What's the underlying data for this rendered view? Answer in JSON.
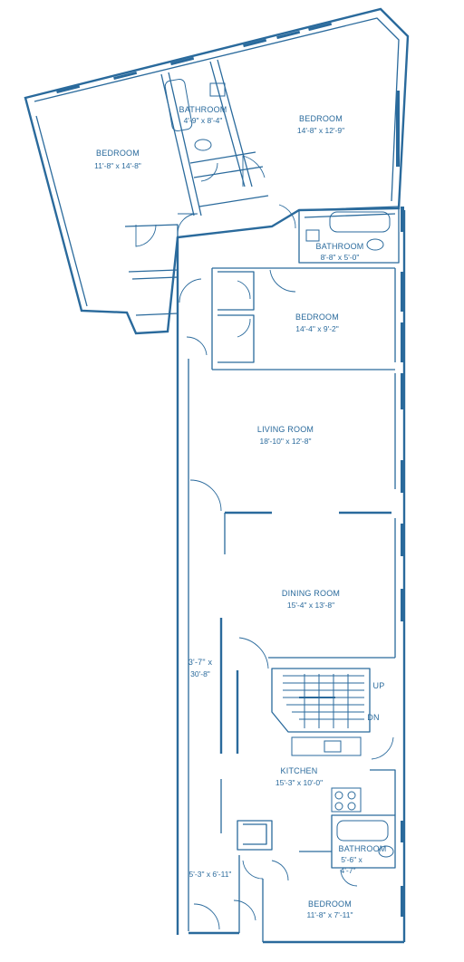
{
  "plan": {
    "color": "#2a6a9c",
    "rooms": [
      {
        "id": "bedroom-1",
        "name": "BEDROOM",
        "dims": "11'-8\" x 14'-8\""
      },
      {
        "id": "bathroom-1",
        "name": "BATHROOM",
        "dims": "4'-9\" x 8'-4\""
      },
      {
        "id": "bedroom-2",
        "name": "BEDROOM",
        "dims": "14'-8\" x 12'-9\""
      },
      {
        "id": "bathroom-2",
        "name": "BATHROOM",
        "dims": "8'-8\" x 5'-0\""
      },
      {
        "id": "bedroom-3",
        "name": "BEDROOM",
        "dims": "14'-4\" x 9'-2\""
      },
      {
        "id": "living-room",
        "name": "LIVING ROOM",
        "dims": "18'-10\" x 12'-8\""
      },
      {
        "id": "dining-room",
        "name": "DINING ROOM",
        "dims": "15'-4\" x 13'-8\""
      },
      {
        "id": "kitchen",
        "name": "KITCHEN",
        "dims": "15'-3\" x 10'-0\""
      },
      {
        "id": "bathroom-3",
        "name": "BATHROOM",
        "dims_line1": "5'-6\" x",
        "dims_line2": "4'-7\""
      },
      {
        "id": "bedroom-4",
        "name": "BEDROOM",
        "dims": "11'-8\" x 7'-11\""
      }
    ],
    "hall": {
      "line1": "3'-7\" x",
      "line2": "30'-8\""
    },
    "foyer": {
      "dims": "5'-3\" x 6'-11\""
    },
    "stairs": {
      "up": "UP",
      "dn": "DN"
    }
  }
}
